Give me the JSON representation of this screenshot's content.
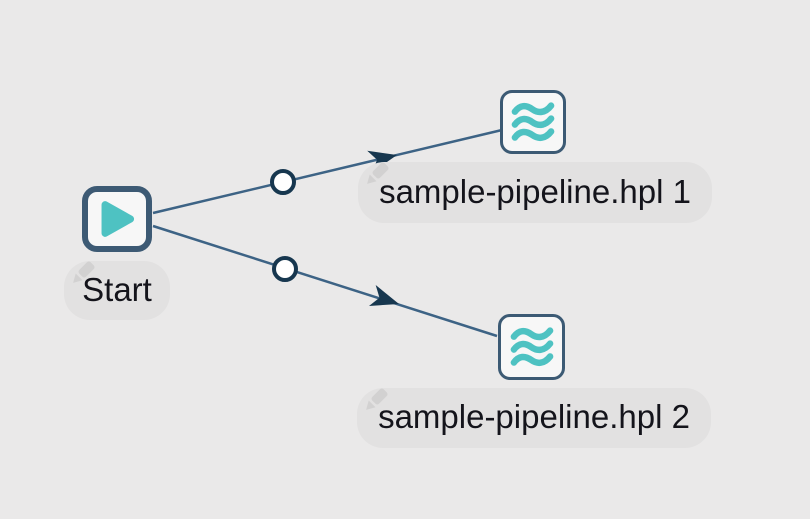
{
  "app": {
    "view": "workflow-graph-canvas"
  },
  "colors": {
    "canvas_bg": "#eae9e9",
    "node_fill": "#f7f7f7",
    "node_border": "#3c5a74",
    "teal_accent": "#4ec2c2",
    "hop_line": "#3d6385",
    "hop_marker": "#17374f",
    "label_bg": "#e2e1e1",
    "label_text": "#14141b",
    "pencil_gray": "#d2d1d1"
  },
  "workflow": {
    "actions": [
      {
        "id": "start",
        "label": "Start",
        "type": "start-action",
        "icon": "play-icon"
      },
      {
        "id": "pipeline-1",
        "label": "sample-pipeline.hpl 1",
        "type": "pipeline-action",
        "icon": "waves-icon"
      },
      {
        "id": "pipeline-2",
        "label": "sample-pipeline.hpl 2",
        "type": "pipeline-action",
        "icon": "waves-icon"
      }
    ],
    "hops": [
      {
        "from": "Start",
        "to": "sample-pipeline.hpl 1"
      },
      {
        "from": "Start",
        "to": "sample-pipeline.hpl 2"
      }
    ]
  }
}
